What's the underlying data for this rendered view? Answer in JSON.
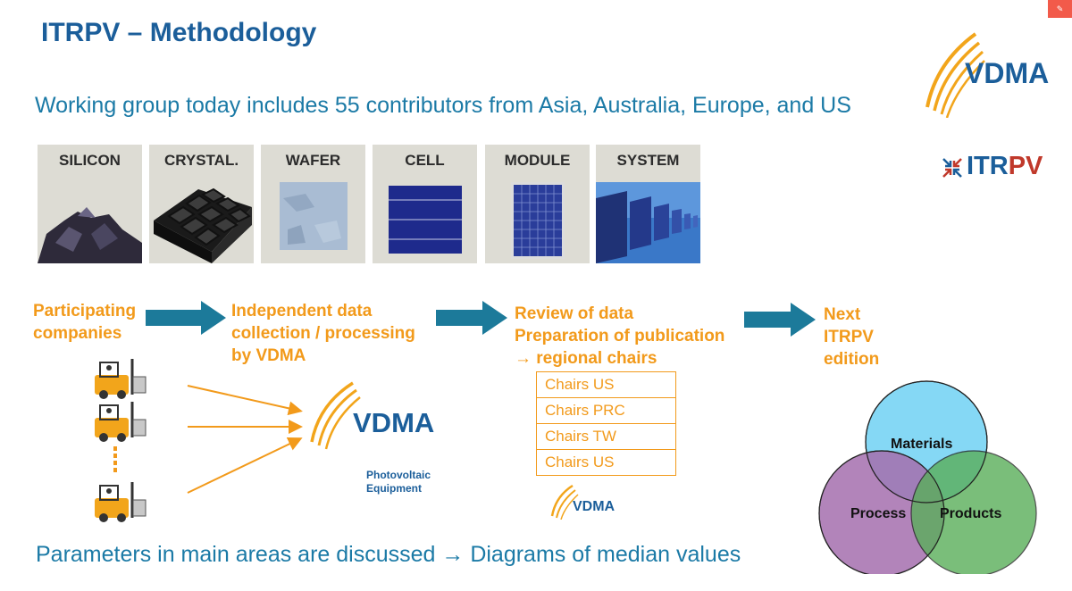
{
  "title": "ITRPV – Methodology",
  "subtitle": "Working group today includes 55 contributors from Asia, Australia, Europe, and US",
  "footer": "Parameters in main areas are discussed → Diagrams of median values",
  "stages": [
    "SILICON",
    "CRYSTAL.",
    "WAFER",
    "CELL",
    "MODULE",
    "SYSTEM"
  ],
  "steps": {
    "participating": [
      "Participating",
      "companies"
    ],
    "independent": [
      "Independent data",
      "collection / processing",
      "by VDMA"
    ],
    "review": [
      "Review of data",
      "Preparation of publication",
      "→ regional chairs"
    ],
    "next": [
      "Next",
      "ITRPV",
      "edition"
    ]
  },
  "chairs": [
    "Chairs US",
    "Chairs PRC",
    "Chairs TW",
    "Chairs US"
  ],
  "vdma": {
    "name": "VDMA",
    "division_line1": "Photovoltaic",
    "division_line2": "Equipment"
  },
  "itrpv_logo": {
    "part1": "ITR",
    "part2": "PV"
  },
  "venn": {
    "top": "Materials",
    "left": "Process",
    "right": "Products"
  },
  "colors": {
    "title_blue": "#1b5e9a",
    "accent_orange": "#f29a1b",
    "arrow_blue": "#1c7a9a",
    "materials": "#7fd6f5",
    "process": "#a56fae",
    "products": "#5aae5a"
  }
}
